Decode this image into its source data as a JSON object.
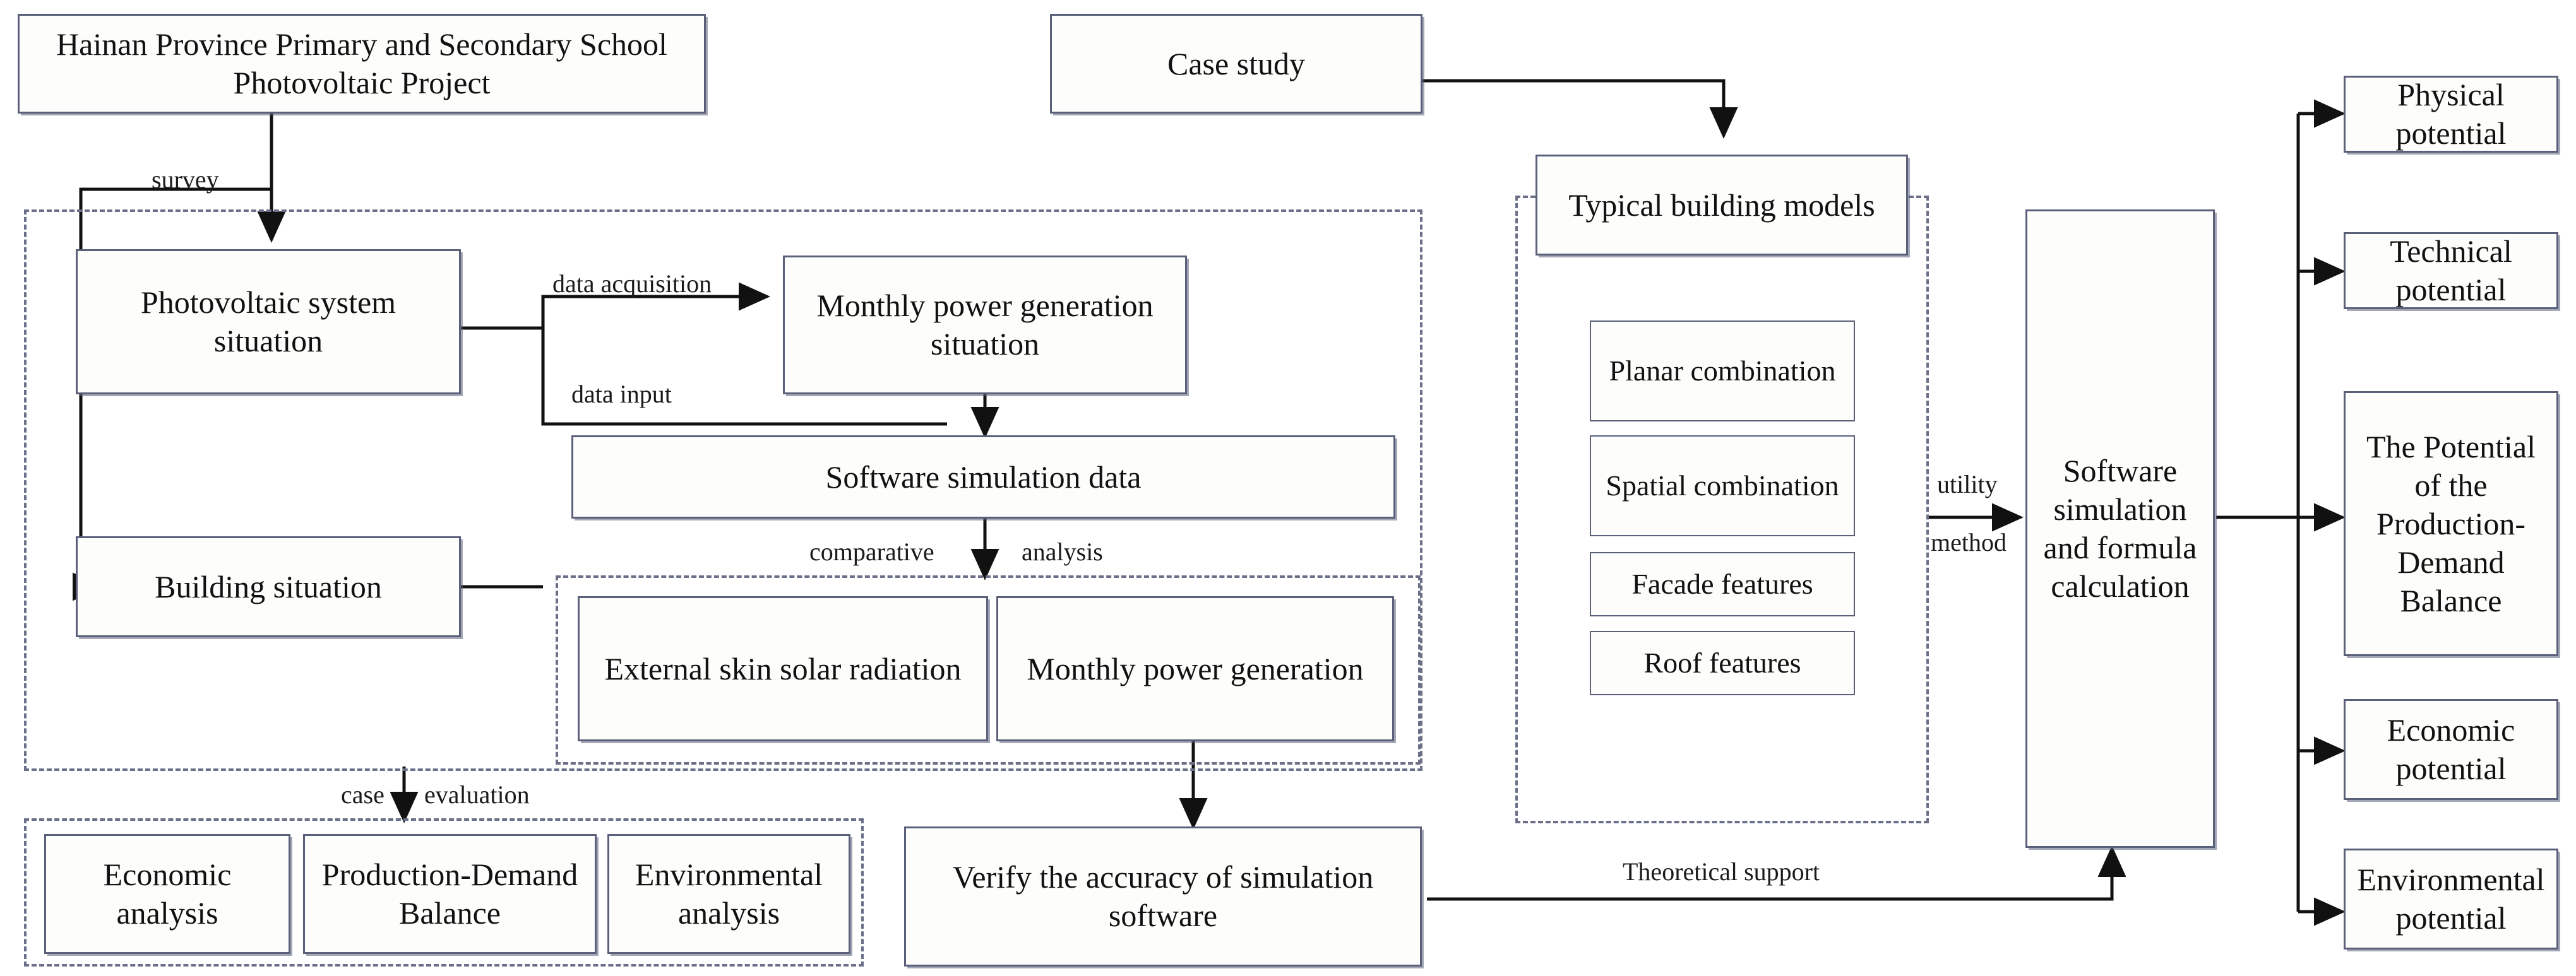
{
  "diagram": {
    "title": "Research framework flowchart",
    "colors": {
      "node_border": "#5a5f7a",
      "node_fill": "#fdfdfb",
      "dashed_border": "#6b7088",
      "line": "#111111",
      "text": "#111111"
    },
    "nodes": {
      "hainan_project": "Hainan Province Primary and Secondary School Photovoltaic Project",
      "case_study": "Case study",
      "pv_system_situation": "Photovoltaic system situation",
      "monthly_power_generation_situation": "Monthly power generation situation",
      "building_situation": "Building situation",
      "software_simulation_data": "Software simulation data",
      "external_skin_solar_radiation": "External skin solar radiation",
      "monthly_power_generation": "Monthly power generation",
      "economic_analysis": "Economic analysis",
      "production_demand_balance": "Production-Demand Balance",
      "environmental_analysis": "Environmental analysis",
      "verify_accuracy": "Verify the accuracy of simulation software",
      "typical_building_models": "Typical building models",
      "planar_combination": "Planar combination",
      "spatial_combination": "Spatial combination",
      "facade_features": "Facade features",
      "roof_features": "Roof features",
      "software_simulation_and_formula_calculation": "Software simulation and formula calculation",
      "physical_potential": "Physical potential",
      "technical_potential": "Technical potential",
      "production_demand_balance_potential": "The Potential of the Production-Demand Balance",
      "economic_potential": "Economic potential",
      "environmental_potential": "Environmental potential"
    },
    "edge_labels": {
      "survey": "survey",
      "data_acquisition": "data acquisition",
      "data_input": "data input",
      "comparative": "comparative",
      "analysis": "analysis",
      "case": "case",
      "evaluation": "evaluation",
      "utility": "utility",
      "method": "method",
      "theoretical_support": "Theoretical support"
    }
  }
}
